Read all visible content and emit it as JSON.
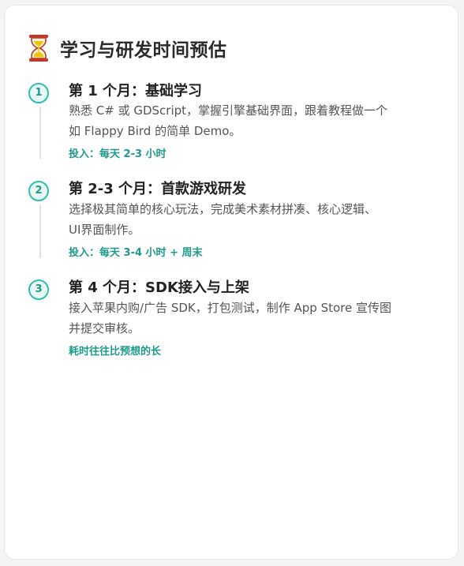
{
  "header": {
    "icon": "hourglass-icon",
    "title": "学习与研发时间预估"
  },
  "colors": {
    "accent": "#1e9a8b",
    "badge_border": "#2fbfae",
    "badge_fill": "#e8f8f5",
    "hourglass_frame": "#c0392b",
    "hourglass_sand": "#f1c40f"
  },
  "steps": [
    {
      "number": "1",
      "title": "第 1 个月：基础学习",
      "line1": "熟悉 C# 或 GDScript，掌握引擎基础界面，跟着教程做一个",
      "line2": "如 Flappy Bird 的简单 Demo。",
      "note": "投入：每天 2-3 小时"
    },
    {
      "number": "2",
      "title": "第 2-3 个月：首款游戏研发",
      "line1": "选择极其简单的核心玩法，完成美术素材拼凑、核心逻辑、",
      "line2": "UI界面制作。",
      "note": "投入：每天 3-4 小时 + 周末"
    },
    {
      "number": "3",
      "title": "第 4 个月：SDK接入与上架",
      "line1": "接入苹果内购/广告 SDK，打包测试，制作 App Store 宣传图",
      "line2": "并提交审核。",
      "note": "耗时往往比预想的长"
    }
  ]
}
